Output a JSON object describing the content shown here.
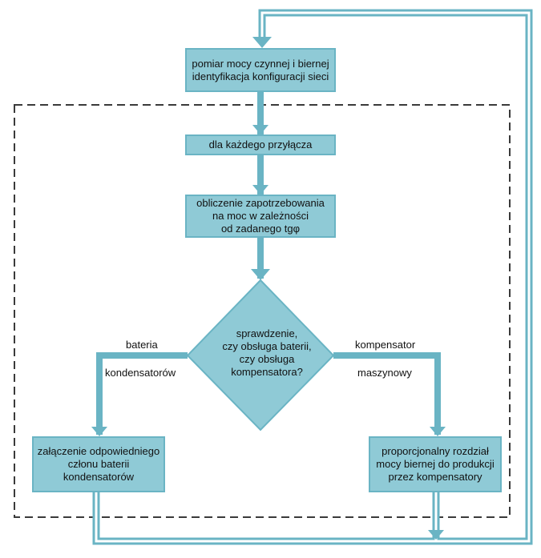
{
  "colors": {
    "fill": "#8fcad6",
    "stroke": "#6ab4c4",
    "dashed": "#3a3a3a"
  },
  "boxes": {
    "measure": "pomiar mocy czynnej i biernej\nidentyfikacja konfiguracji sieci",
    "each": "dla każdego przyłącza",
    "compute": "obliczenie zapotrzebowania\nna moc w zależności\nod zadanego tgφ",
    "decision": "sprawdzenie,\nczy obsługa baterii,\nczy obsługa\nkompensatora?",
    "battery_action": "załączenie odpowiedniego\nczłonu baterii\nkondensatorów",
    "compensator_action": "proporcjonalny rozdział\nmocy biernej do produkcji\nprzez kompensatory"
  },
  "branch_labels": {
    "left_top": "bateria",
    "left_bottom": "kondensatorów",
    "right_top": "kompensator",
    "right_bottom": "maszynowy"
  }
}
